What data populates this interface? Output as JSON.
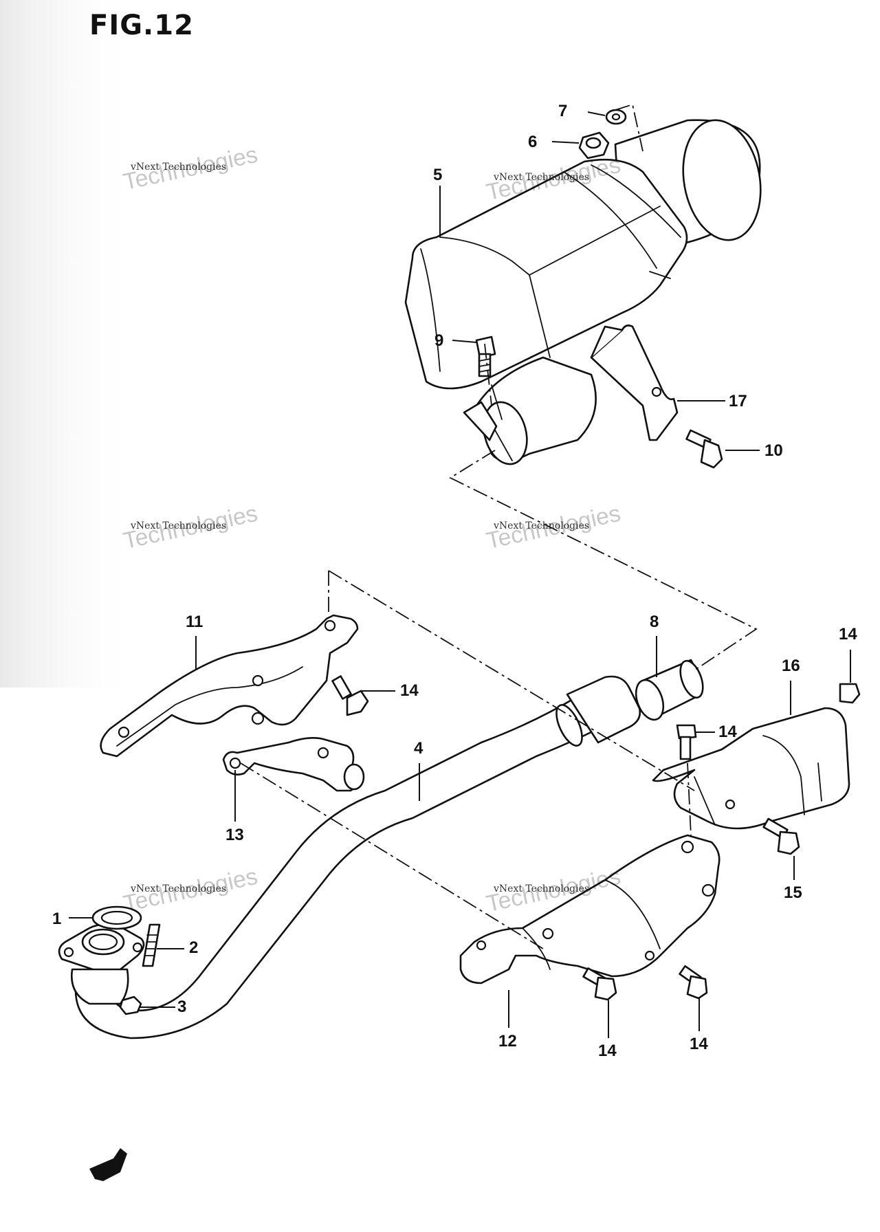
{
  "figure": {
    "title": "FIG.12"
  },
  "watermark": {
    "line1": "vNext Technologies",
    "line2": "Technologies"
  },
  "callouts": [
    {
      "id": "7",
      "text": "7"
    },
    {
      "id": "6",
      "text": "6"
    },
    {
      "id": "5",
      "text": "5"
    },
    {
      "id": "9",
      "text": "9"
    },
    {
      "id": "17",
      "text": "17"
    },
    {
      "id": "10",
      "text": "10"
    },
    {
      "id": "11",
      "text": "11"
    },
    {
      "id": "8",
      "text": "8"
    },
    {
      "id": "14a",
      "text": "14"
    },
    {
      "id": "16",
      "text": "16"
    },
    {
      "id": "14b",
      "text": "14"
    },
    {
      "id": "14c",
      "text": "14"
    },
    {
      "id": "4",
      "text": "4"
    },
    {
      "id": "13",
      "text": "13"
    },
    {
      "id": "15",
      "text": "15"
    },
    {
      "id": "1",
      "text": "1"
    },
    {
      "id": "2",
      "text": "2"
    },
    {
      "id": "3",
      "text": "3"
    },
    {
      "id": "12",
      "text": "12"
    },
    {
      "id": "14d",
      "text": "14"
    },
    {
      "id": "14e",
      "text": "14"
    }
  ],
  "colors": {
    "ink": "#111111",
    "paper": "#ffffff"
  }
}
